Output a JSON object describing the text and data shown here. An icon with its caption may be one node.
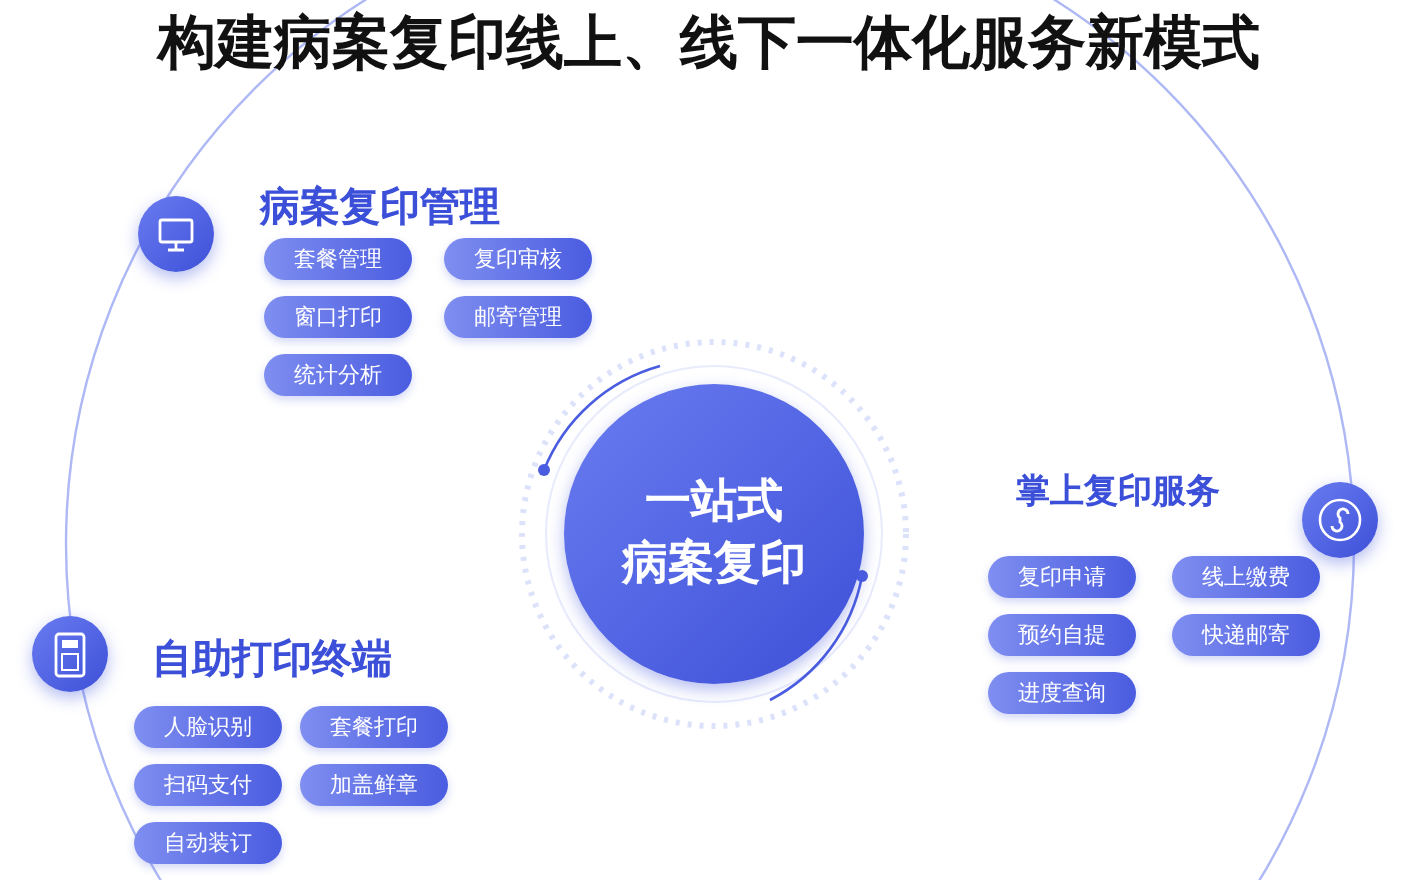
{
  "diagram": {
    "title": "构建病案复印线上、线下一体化服务新模式",
    "nodes": [
      {
        "text": [
          "一站式",
          "病案复印"
        ]
      },
      {
        "text": [],
        "shape": "circle"
      },
      {
        "text": [],
        "shape": "circle"
      },
      {
        "text": [],
        "shape": "circle"
      },
      {
        "text": [
          "套餐管理"
        ]
      },
      {
        "text": [
          "复印审核"
        ]
      },
      {
        "text": [
          "窗口打印"
        ]
      },
      {
        "text": [
          "邮寄管理"
        ]
      },
      {
        "text": [
          "统计分析"
        ]
      },
      {
        "text": [
          "复印申请"
        ]
      },
      {
        "text": [
          "线上缴费"
        ]
      },
      {
        "text": [
          "预约自提"
        ]
      },
      {
        "text": [
          "快递邮寄"
        ]
      },
      {
        "text": [
          "进度查询"
        ]
      },
      {
        "text": [
          "人脸识别"
        ]
      },
      {
        "text": [
          "套餐打印"
        ]
      },
      {
        "text": [
          "扫码支付"
        ]
      },
      {
        "text": [
          "加盖鲜章"
        ]
      },
      {
        "text": [
          "自动装订"
        ]
      }
    ],
    "labels": [
      "病案复印管理",
      "掌上复印服务",
      "自助打印终端"
    ]
  }
}
